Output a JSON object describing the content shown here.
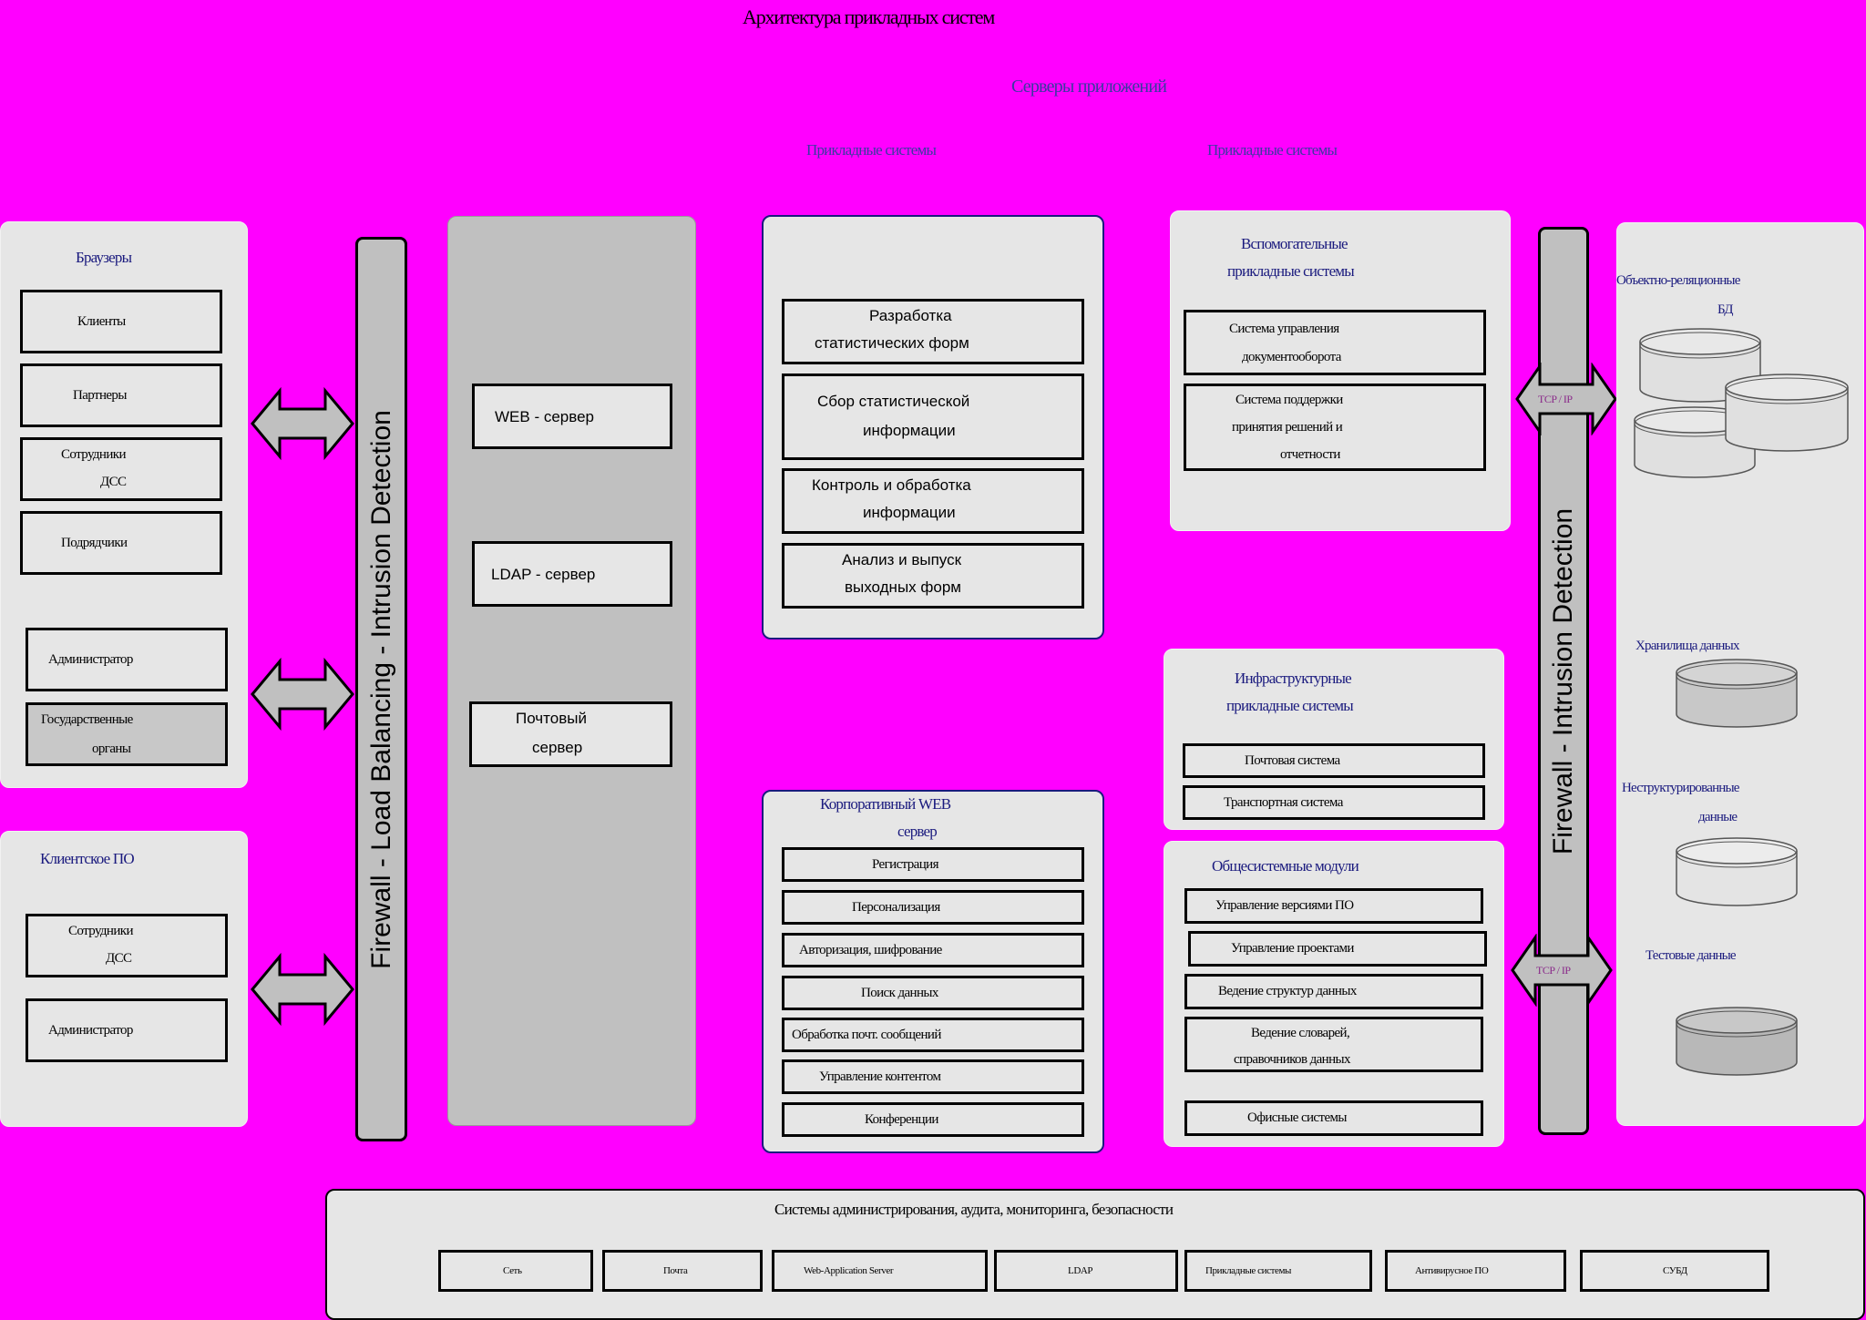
{
  "title": "Архитектура прикладных систем",
  "headings": {
    "left_column": [
      "",
      ""
    ],
    "edge_servers": "",
    "app_servers": "Серверы приложений",
    "business_systems": [
      "Прикладные системы",
      ""
    ],
    "support_systems": [
      "Прикладные системы",
      ""
    ],
    "storage": ""
  },
  "browsers": {
    "title": "Браузеры",
    "items": [
      "Клиенты",
      "Партнеры",
      [
        "Сотрудники",
        "ДСС"
      ],
      "Подрядчики"
    ],
    "admin": "Администратор",
    "gov": [
      "Государственные",
      "органы"
    ]
  },
  "client_sw": {
    "title": "Клиентское ПО",
    "items": [
      [
        "Сотрудники",
        "ДСС"
      ],
      "Администратор"
    ]
  },
  "protocols": {
    "top": [
      "",
      ""
    ],
    "middle": [
      "",
      ""
    ],
    "bottom": "",
    "tcp_top": "TCP / IP",
    "tcp_bottom": "TCP / IP"
  },
  "firewall_left": "Firewall - Load Balancing - Intrusion Detection",
  "firewall_right": "Firewall - Intrusion Detection",
  "edge": {
    "web": "WEB - сервер",
    "ldap": "LDAP - сервер",
    "mail": [
      "Почтовый",
      "сервер"
    ]
  },
  "stat": [
    [
      "Разработка",
      "статистических форм"
    ],
    [
      "Сбор статистической",
      "информации"
    ],
    [
      "Контроль и обработка",
      "информации"
    ],
    [
      "Анализ и выпуск",
      "выходных форм"
    ]
  ],
  "corp_web": {
    "title": [
      "Корпоративный WEB",
      "сервер"
    ],
    "items": [
      "Регистрация",
      "Персонализация",
      "Авторизация, шифрование",
      "Поиск данных",
      "Обработка почт. сообщений",
      "Управление контентом",
      "Конференции"
    ]
  },
  "aux": {
    "title": [
      "Вспомогательные",
      "прикладные системы"
    ],
    "items": [
      [
        "Система управления",
        "документооборота"
      ],
      [
        "Система поддержки",
        "принятия решений и",
        "отчетности"
      ]
    ]
  },
  "infra": {
    "title": [
      "Инфраструктурные",
      "прикладные системы"
    ],
    "items": [
      "Почтовая система",
      "Транспортная система"
    ]
  },
  "common": {
    "title": "Общесистемные модули",
    "items": [
      "Управление версиями ПО",
      "Управление проектами",
      "Ведение структур данных",
      [
        "Ведение словарей,",
        "справочников данных"
      ],
      "Офисные системы"
    ]
  },
  "storage": {
    "or_db": [
      "Объектно-реляционные",
      "БД"
    ],
    "cylinders": [
      [
        "",
        ""
      ],
      [
        "",
        ""
      ],
      [
        "",
        ""
      ]
    ],
    "warehouse_title": "Хранилища данных",
    "warehouse": "",
    "unstructured_title": [
      "Неструктурированные",
      "данные"
    ],
    "meta": "",
    "test_title": "Тестовые данные",
    "test_db": ""
  },
  "bottom": {
    "title": "Системы администрирования, аудита, мониторинга, безопасности",
    "items": [
      "Сеть",
      "Почта",
      "Web-Application Server",
      "LDAP",
      "Прикладные системы",
      "Антивирусное ПО",
      "СУБД"
    ]
  },
  "colors": {
    "background": "#ff00ff",
    "panel": "#e6e6e6",
    "firewall": "#c0c0c0",
    "heading": "#1a1a7e"
  }
}
